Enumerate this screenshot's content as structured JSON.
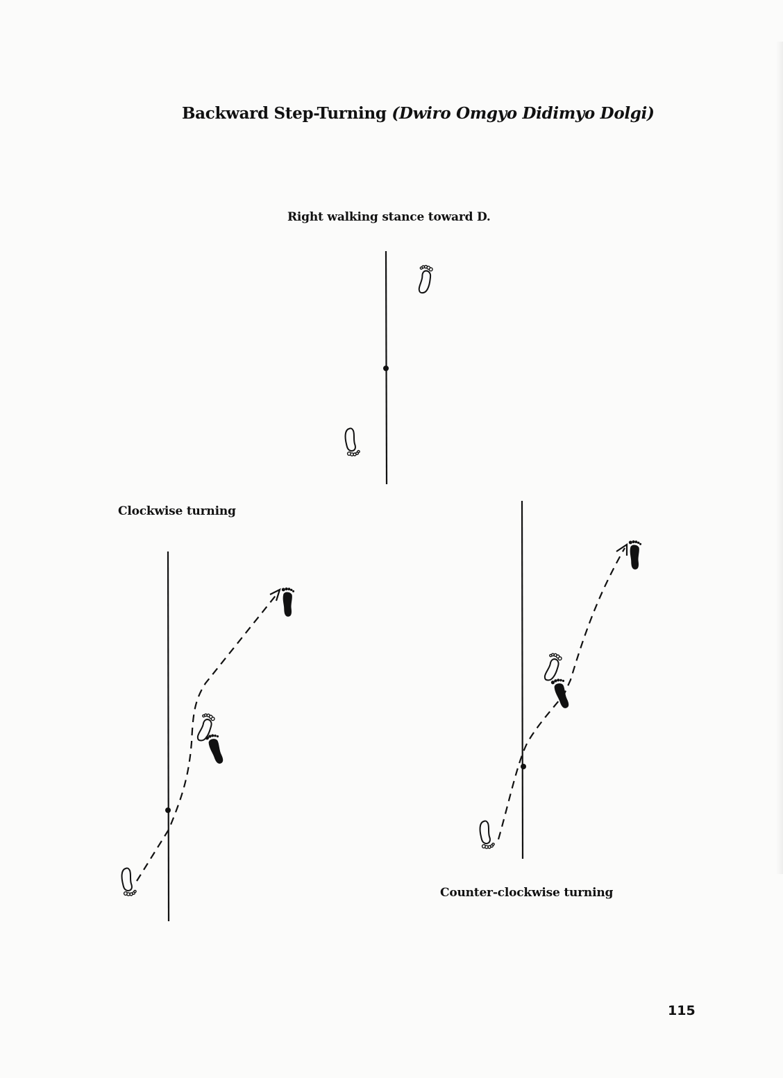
{
  "title": {
    "main": "Backward Step-Turning",
    "sub": "(Dwiro Omgyo Didimyo Dolgi)"
  },
  "labels": {
    "top": "Right walking stance toward D.",
    "clockwise": "Clockwise turning",
    "counter_clockwise": "Counter-clockwise turning"
  },
  "page_number": "115",
  "icons": [
    "foot-outline-icon",
    "foot-filled-icon",
    "arrowhead-icon"
  ],
  "colors": {
    "ink": "#111111",
    "paper": "#fbfbfa"
  }
}
